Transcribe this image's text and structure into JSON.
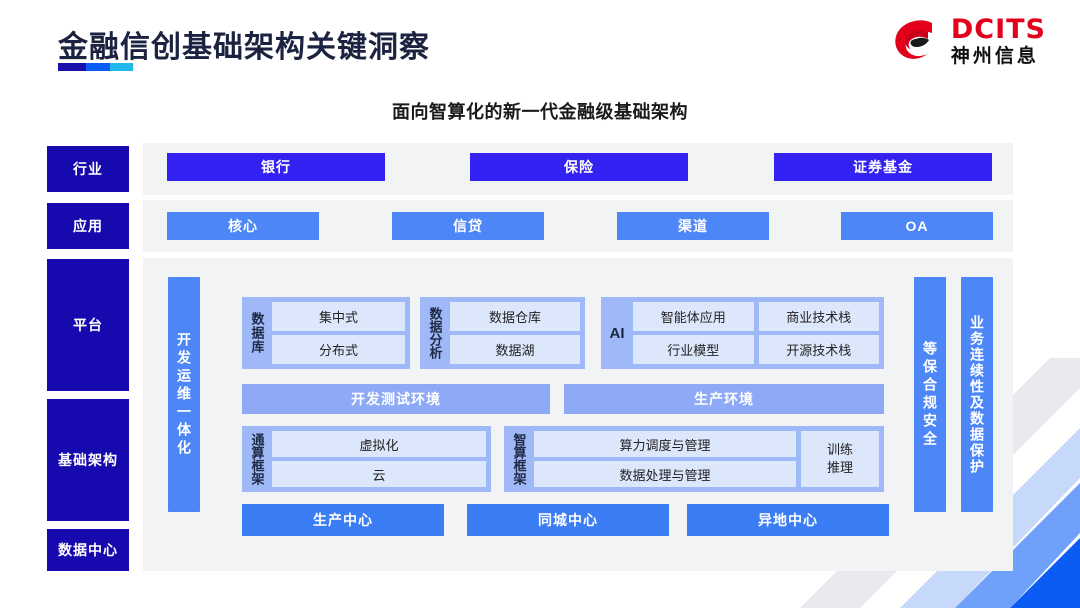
{
  "header": {
    "title": "金融信创基础架构关键洞察",
    "logo_en": "DCITS",
    "logo_cn": "神州信息",
    "logo_icon": "dcits-swoosh-logo"
  },
  "subtitle": "面向智算化的新一代金融级基础架构",
  "rows": {
    "industry": {
      "label": "行业",
      "items": [
        "银行",
        "保险",
        "证券基金"
      ]
    },
    "application": {
      "label": "应用",
      "items": [
        "核心",
        "信贷",
        "渠道",
        "OA"
      ]
    },
    "platform": {
      "label": "平台"
    },
    "infrastructure": {
      "label": "基础架构"
    },
    "datacenter": {
      "label": "数据中心"
    }
  },
  "side_bars": {
    "left": "开发运维一体化",
    "right_inner": "等保合规安全",
    "right_outer": "业务连续性及数据保护"
  },
  "platform": {
    "database": {
      "caption": "数据库",
      "cells": [
        "集中式",
        "分布式"
      ]
    },
    "analytics": {
      "caption": "数据分析",
      "cells": [
        "数据仓库",
        "数据湖"
      ]
    },
    "ai": {
      "caption": "AI",
      "col1": [
        "智能体应用",
        "行业模型"
      ],
      "col2": [
        "商业技术栈",
        "开源技术栈"
      ]
    },
    "environments": [
      "开发测试环境",
      "生产环境"
    ]
  },
  "infrastructure": {
    "general_compute": {
      "caption": "通算框架",
      "cells": [
        "虚拟化",
        "云"
      ]
    },
    "intelligent_compute": {
      "caption": "智算框架",
      "cells": [
        "算力调度与管理",
        "数据处理与管理"
      ],
      "side": "训练\n推理"
    }
  },
  "datacenters": [
    "生产中心",
    "同城中心",
    "异地中心"
  ],
  "colors": {
    "navy_label": "#1609ad",
    "industry_chip": "#3322f2",
    "app_chip": "#4c86f7",
    "vbar": "#4d86f6",
    "group": "#9fb9f8",
    "cell": "#dde7fb",
    "panel_bg": "#f2f3f5",
    "brand_red": "#e2001a",
    "title_color": "#1c2340"
  }
}
